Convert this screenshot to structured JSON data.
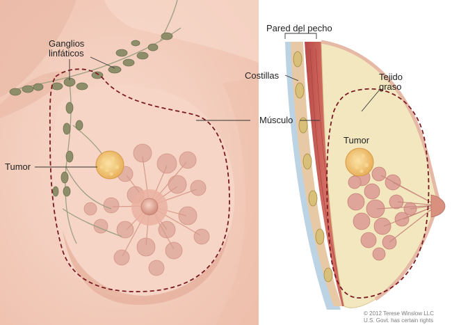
{
  "labels": {
    "lymph_nodes_line1": "Ganglios",
    "lymph_nodes_line2": "linfáticos",
    "tumor_left": "Tumor",
    "chest_wall": "Pared del pecho",
    "ribs": "Costillas",
    "muscle": "Músculo",
    "fatty_tissue_line1": "Tejido",
    "fatty_tissue_line2": "graso",
    "tumor_right": "Tumor"
  },
  "copyright": {
    "line1": "© 2012 Terese Winslow LLC",
    "line2": "U.S. Govt. has certain rights"
  },
  "colors": {
    "skin": "#f4cfc0",
    "skin_shadow": "#e8b6a4",
    "fat": "#f3e7bf",
    "lobule": "#dfa49a",
    "lymph_node": "#8e8f6a",
    "dashed_outline": "#7a1a22",
    "muscle": "#c9605a",
    "rib": "#d9c07a",
    "tumor": "#f2c46a"
  }
}
